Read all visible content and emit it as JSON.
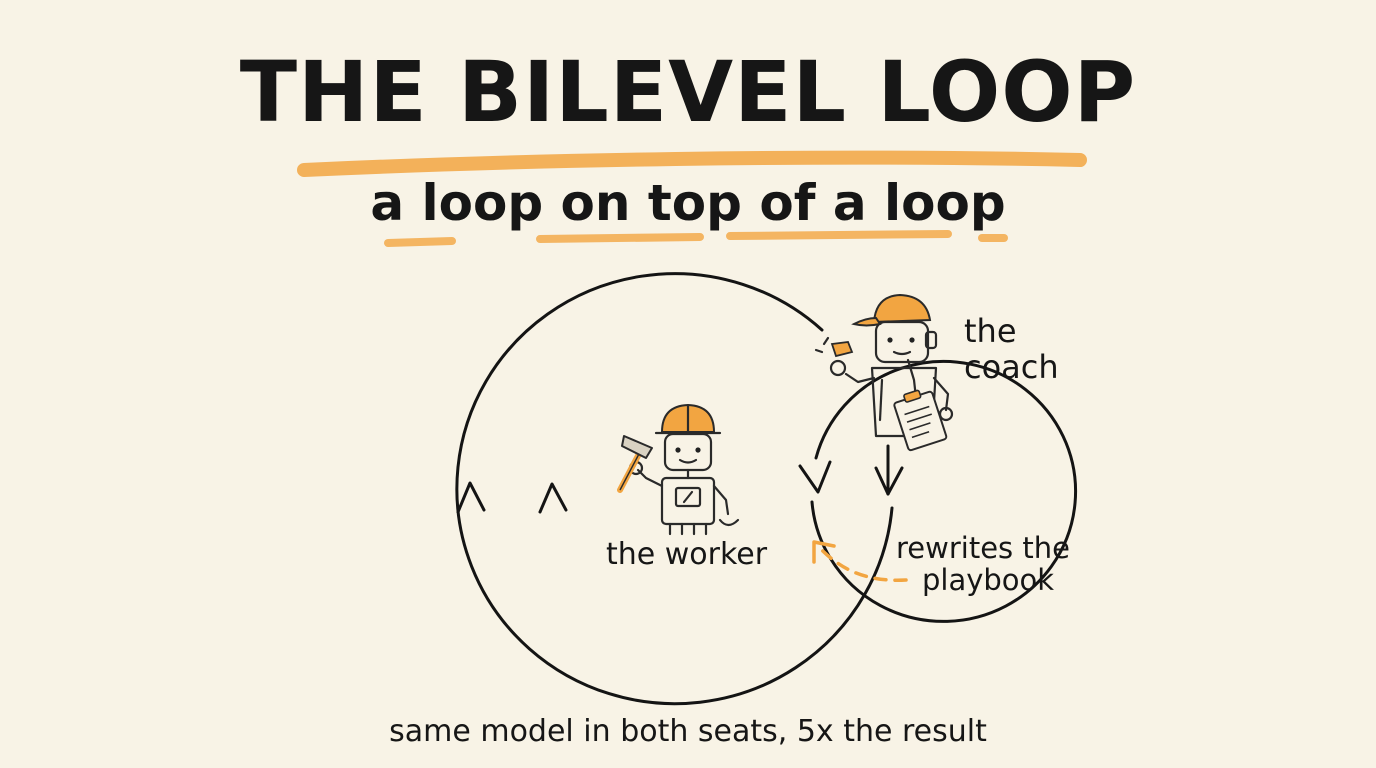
{
  "header": {
    "title": "THE BILEVEL LOOP",
    "subtitle": "a loop on top of a loop"
  },
  "labels": {
    "coach_line1": "the",
    "coach_line2": "coach",
    "worker": "the worker",
    "rewrite_line1": "rewrites the",
    "rewrite_line2": "playbook"
  },
  "footer": {
    "caption": "same model in both seats, 5x the result"
  },
  "colors": {
    "background": "#f8f3e6",
    "ink": "#161616",
    "accent": "#f2a541"
  },
  "icons": {
    "worker": "robot-with-hard-hat-and-hammer",
    "coach": "robot-with-cap-whistle-and-clipboard"
  }
}
